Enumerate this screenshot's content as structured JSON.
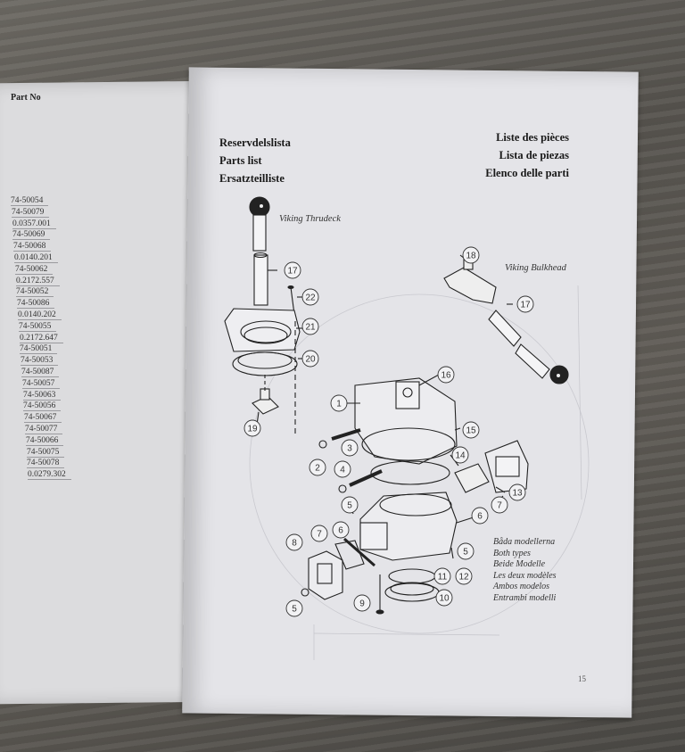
{
  "left_page": {
    "header": "Part No",
    "part_numbers": [
      "74-50054",
      "74-50079",
      "0.0357.001",
      "74-50069",
      "74-50068",
      "0.0140.201",
      "74-50062",
      "0.2172.557",
      "74-50052",
      "74-50086",
      "0.0140.202",
      "74-50055",
      "0.2172.647",
      "74-50051",
      "74-50053",
      "74-50087",
      "74-50057",
      "74-50063",
      "74-50056",
      "74-50067",
      "74-50077",
      "74-50066",
      "74-50075",
      "74-50078",
      "0.0279.302"
    ]
  },
  "right_page": {
    "headings_left": [
      "Reservdelslista",
      "Parts list",
      "Ersatzteilliste"
    ],
    "headings_right": [
      "Liste des pièces",
      "Lista de piezas",
      "Elenco delle parti"
    ],
    "label_thrudeck": "Viking Thrudeck",
    "label_bulkhead": "Viking Bulkhead",
    "both_types": [
      "Båda modellerna",
      "Both types",
      "Beide Modelle",
      "Les deux modèles",
      "Ambos modelos",
      "Entrambi modelli"
    ],
    "page_number": "15"
  },
  "callouts": [
    "1",
    "2",
    "3",
    "4",
    "5",
    "5",
    "5",
    "6",
    "6",
    "7",
    "7",
    "8",
    "9",
    "10",
    "11",
    "12",
    "13",
    "14",
    "15",
    "16",
    "17",
    "17",
    "18",
    "19",
    "20",
    "21",
    "22"
  ]
}
